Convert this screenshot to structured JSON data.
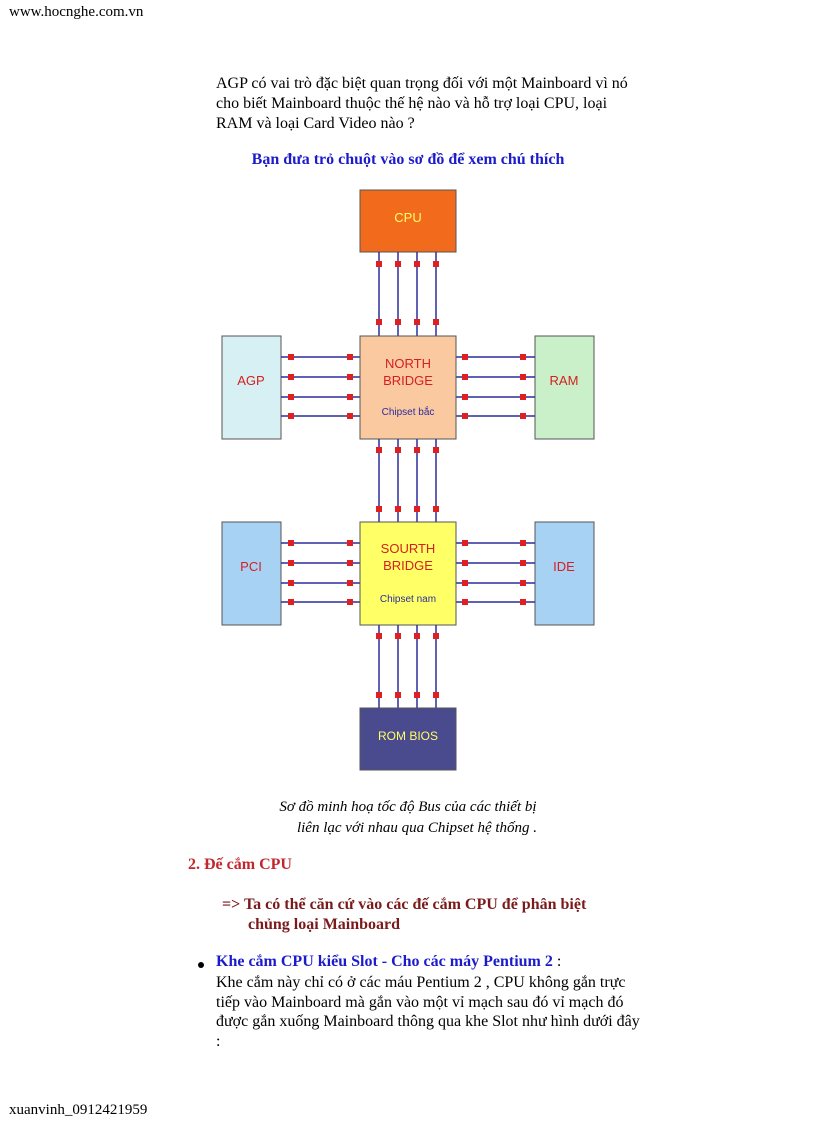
{
  "header": {
    "site": "www.hocnghe.com.vn"
  },
  "intro": {
    "text": "AGP có vai trò đặc biệt quan trọng đối với một Mainboard vì nó cho biết Mainboard thuộc thế hệ nào và hỗ trợ loại CPU, loại RAM và loại Card Video nào ?"
  },
  "hint": "Bạn đưa trỏ chuột vào sơ đồ để xem chú thích",
  "diagram": {
    "cpu": "CPU",
    "north_line1": "NORTH",
    "north_line2": "BRIDGE",
    "north_sub": "Chipset bắc",
    "agp": "AGP",
    "ram": "RAM",
    "south_line1": "SOURTH",
    "south_line2": "BRIDGE",
    "south_sub": "Chipset nam",
    "pci": "PCI",
    "ide": "IDE",
    "rom": "ROM BIOS",
    "colors": {
      "cpu": "#f26b1d",
      "north": "#fbc9a0",
      "agp": "#d7f0f4",
      "ram": "#c9f0c9",
      "south": "#ffff66",
      "pci": "#a8d2f4",
      "ide": "#a8d2f4",
      "rom": "#4a4a8e",
      "bus": "#2c2c9c",
      "connector": "#e02020",
      "label_light": "#ffff66",
      "label_blue": "#2c2c9c",
      "label_red": "#d42020"
    }
  },
  "caption": {
    "line1": "Sơ đồ minh hoạ tốc độ Bus của các thiết bị",
    "line2": "liên lạc với nhau qua Chipset hệ thống ."
  },
  "section": {
    "title": "2. Đế cắm CPU",
    "note_line1": "=> Ta có thể căn cứ vào các đế cắm CPU để phân biệt",
    "note_line2": "chủng loại Mainboard"
  },
  "bullet": {
    "title": "Khe cắm CPU kiểu Slot - Cho các máy Pentium 2",
    "colon": " :",
    "body": "Khe cắm này chỉ có ở các máu Pentium 2 , CPU không gắn trực tiếp vào Mainboard mà gắn vào một vỉ mạch sau đó vỉ mạch đó được gắn xuống Mainboard thông qua khe Slot như hình dưới đây :"
  },
  "footer": {
    "author": "xuanvinh_0912421959"
  }
}
